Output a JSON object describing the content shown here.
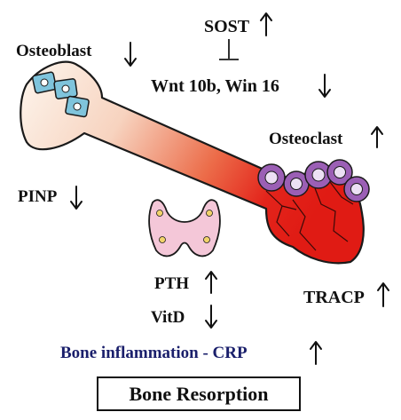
{
  "labels": {
    "sost": "SOST",
    "wnt": "Wnt 10b, Win 16",
    "osteoblast": "Osteoblast",
    "osteoclast": "Osteoclast",
    "pinp": "PINP",
    "pth": "PTH",
    "vitd": "VitD",
    "tracp": "TRACP",
    "inflammation": "Bone inflammation - CRP",
    "result": "Bone Resorption"
  },
  "arrows": {
    "sost": "up",
    "wnt": "down",
    "osteoblast": "down",
    "osteoclast": "up",
    "pinp": "down",
    "pth": "up",
    "vitd": "down",
    "tracp": "up",
    "inflammation": "up"
  },
  "colors": {
    "bone_start": "#fdf6ee",
    "bone_end": "#e01b14",
    "osteoblast_cell": "#7fc4dc",
    "osteoclast_cell": "#9b5fb5",
    "thyroid": "#f4c7d8",
    "inflammation_text": "#1a1f6b"
  }
}
